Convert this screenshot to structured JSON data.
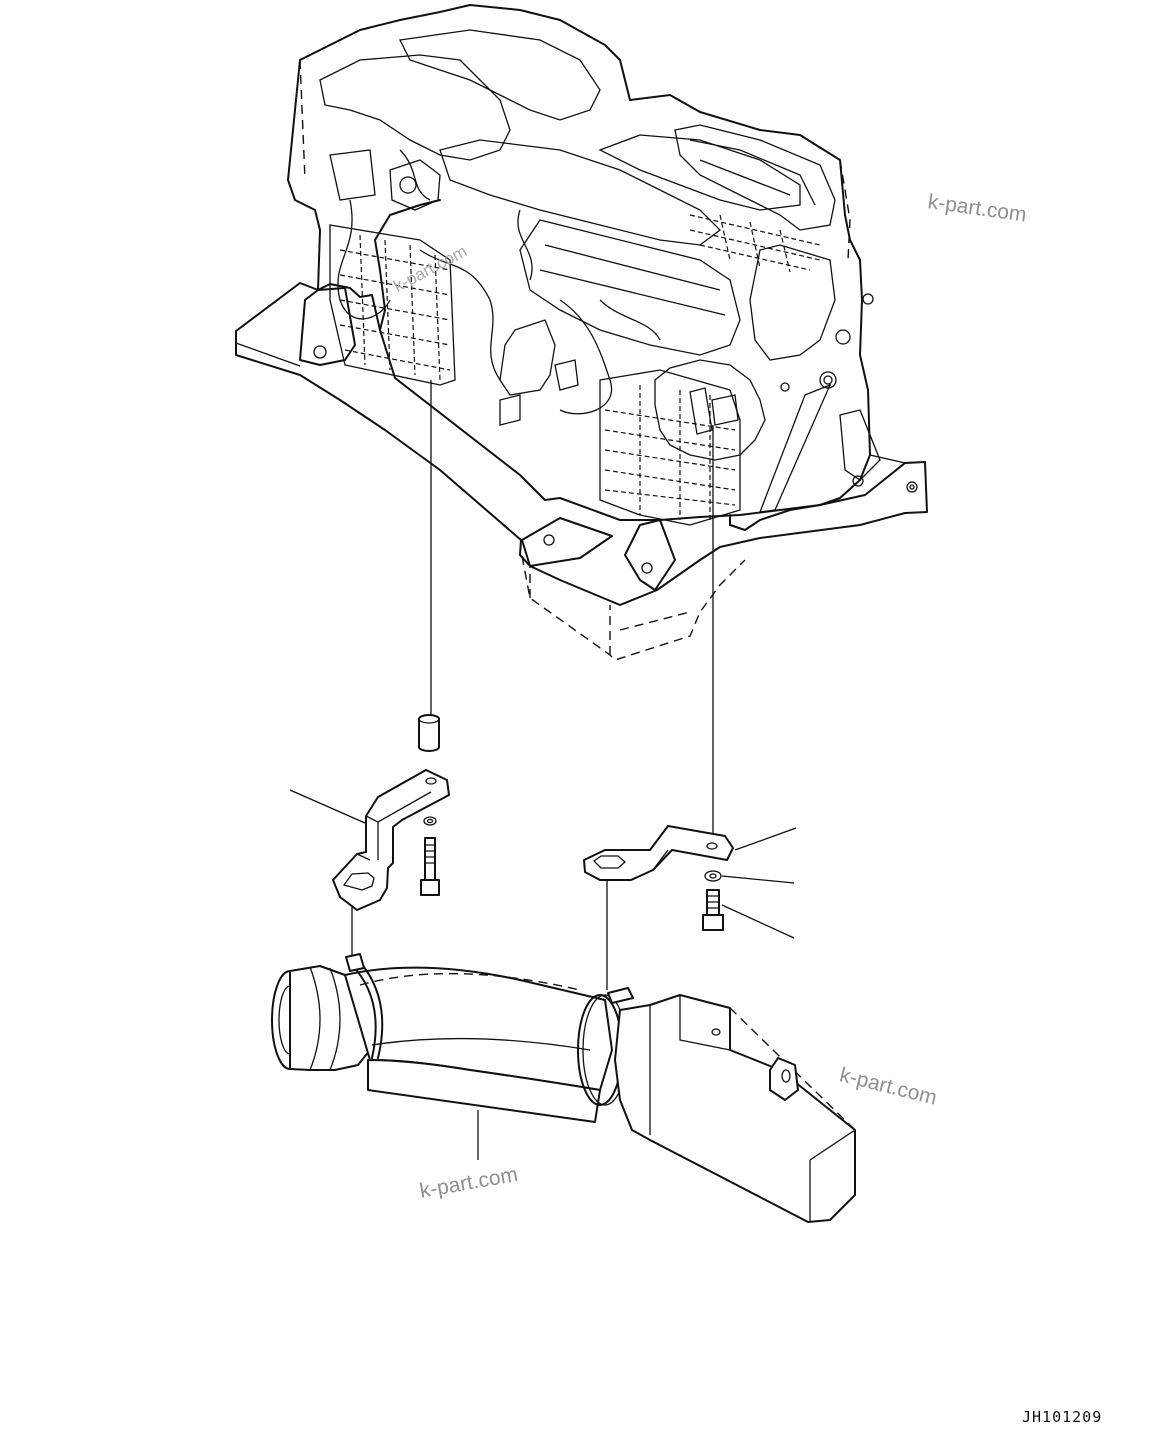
{
  "watermarks": [
    "k-part.com",
    "k-part.com",
    "k-part.com",
    "k-part.com"
  ],
  "drawing_code": "JH101209",
  "colors": {
    "line": "#111111",
    "watermark": "#8f8f8f",
    "background": "#ffffff"
  }
}
